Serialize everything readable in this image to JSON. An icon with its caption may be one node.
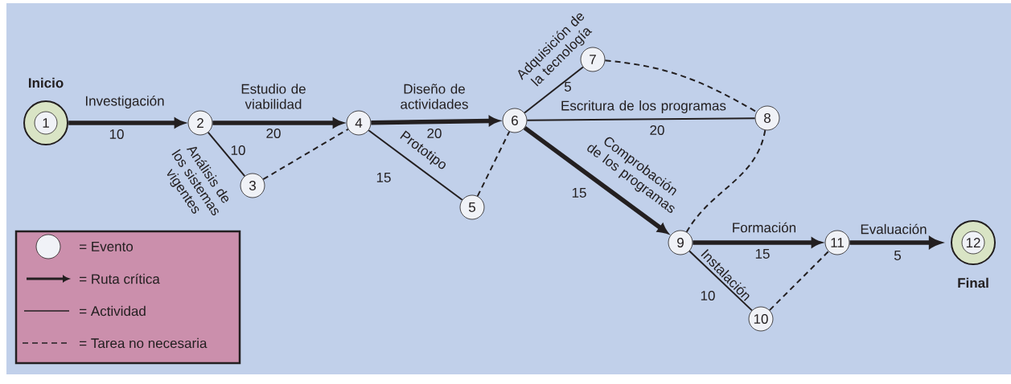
{
  "diagram": {
    "nodes": [
      {
        "text": [
          "1"
        ],
        "beside": [
          "Inicio"
        ]
      },
      {
        "text": [
          "2"
        ]
      },
      {
        "text": [
          "3"
        ]
      },
      {
        "text": [
          "4"
        ]
      },
      {
        "text": [
          "5"
        ]
      },
      {
        "text": [
          "6"
        ]
      },
      {
        "text": [
          "7"
        ]
      },
      {
        "text": [
          "8"
        ]
      },
      {
        "text": [
          "9"
        ]
      },
      {
        "text": [
          "10"
        ]
      },
      {
        "text": [
          "11"
        ]
      },
      {
        "text": [
          "12"
        ],
        "beside": [
          "Final"
        ]
      }
    ],
    "edges": [
      {
        "from": 0,
        "to": 1,
        "arrow": "to",
        "style": "thick",
        "label": "Investigación"
      },
      {
        "from": 1,
        "to": 3,
        "arrow": "to",
        "style": "thick",
        "label": "Estudio de viabilidad"
      },
      {
        "from": 1,
        "to": 2,
        "arrow": "none",
        "label": "Análisis de los sistemas vigentes"
      },
      {
        "from": 2,
        "to": 3,
        "arrow": "none",
        "style": "dashed"
      },
      {
        "from": 3,
        "to": 5,
        "arrow": "to",
        "style": "thick",
        "label": "Diseño de actividades"
      },
      {
        "from": 3,
        "to": 4,
        "arrow": "none",
        "label": "Prototipo"
      },
      {
        "from": 4,
        "to": 5,
        "arrow": "none",
        "style": "dashed"
      },
      {
        "from": 5,
        "to": 6,
        "arrow": "none",
        "label": "Adquisición de la tecnología"
      },
      {
        "from": 6,
        "to": 7,
        "arrow": "none",
        "style": "dashed"
      },
      {
        "from": 5,
        "to": 7,
        "arrow": "none",
        "label": "Escritura de los programas"
      },
      {
        "from": 5,
        "to": 8,
        "arrow": "to",
        "style": "thick",
        "label": "Comprobación de los programas"
      },
      {
        "from": 7,
        "to": 8,
        "arrow": "none",
        "style": "dashed"
      },
      {
        "from": 8,
        "to": 10,
        "arrow": "to",
        "style": "thick",
        "label": "Formación"
      },
      {
        "from": 8,
        "to": 9,
        "arrow": "none",
        "label": "Instalación"
      },
      {
        "from": 9,
        "to": 10,
        "arrow": "none",
        "style": "dashed"
      },
      {
        "from": 10,
        "to": 11,
        "arrow": "to",
        "style": "thick",
        "label": "Evaluación"
      }
    ],
    "labels": [
      "10",
      "20",
      "10",
      "20",
      "15",
      "5",
      "20",
      "15",
      "15",
      "10",
      "5"
    ],
    "legend": [
      {
        "text": "= Evento"
      },
      {
        "text": "= Ruta crítica"
      },
      {
        "text": "= Actividad"
      },
      {
        "text": "= Tarea no necesaria"
      }
    ]
  }
}
